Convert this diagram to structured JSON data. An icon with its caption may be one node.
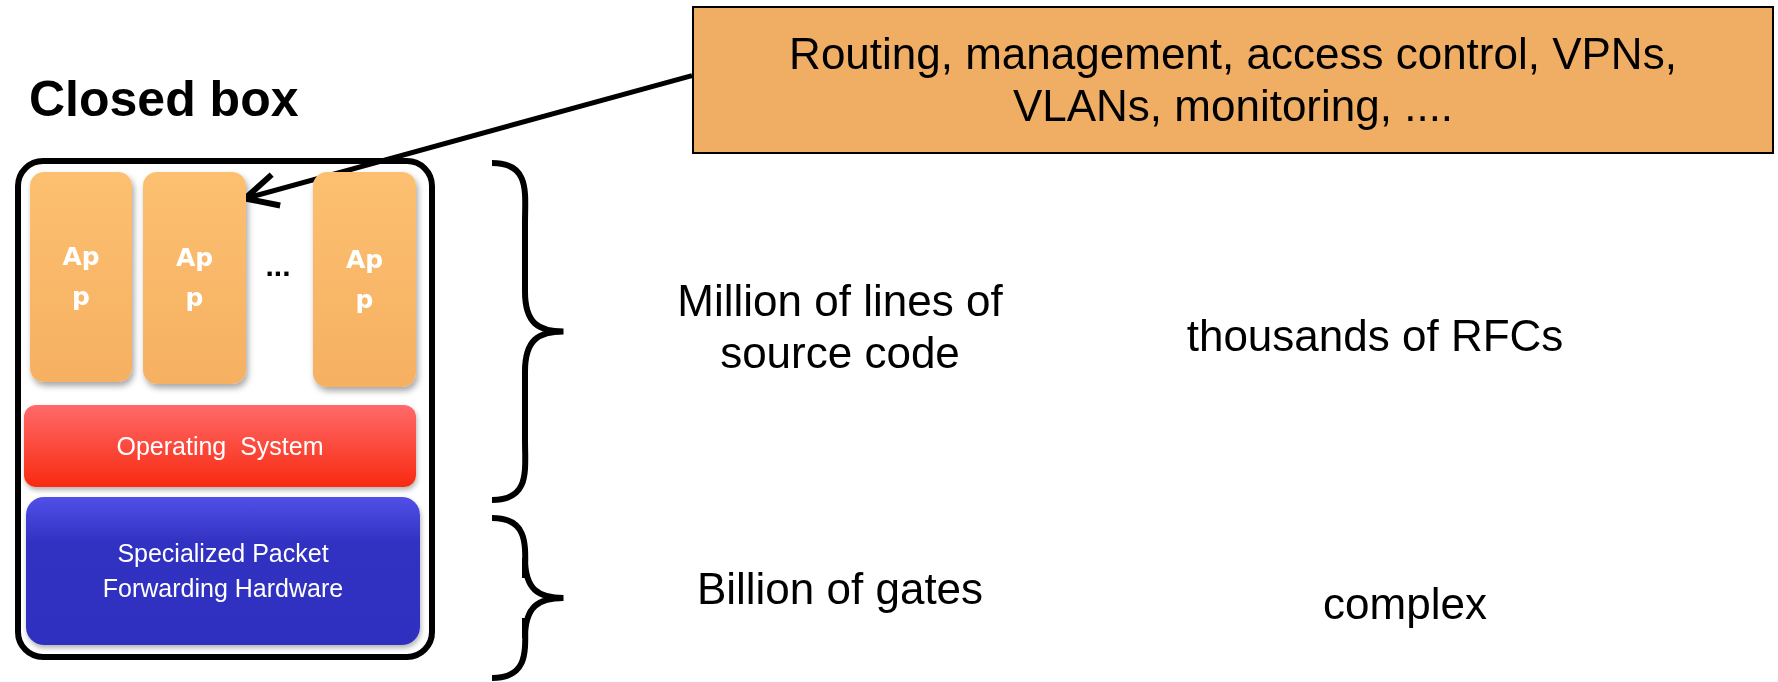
{
  "diagram": {
    "nodes": [
      {
        "text": [
          "Closed box"
        ]
      },
      {
        "text": [
          "App"
        ],
        "in": 0
      },
      {
        "text": [
          "App"
        ],
        "in": 0
      },
      {
        "text": [
          "App"
        ],
        "in": 0
      },
      {
        "text": [
          "Operating  System"
        ],
        "in": 0
      },
      {
        "text": [
          "Specialized Packet Forwarding Hardware"
        ],
        "in": 0
      },
      {
        "text": [
          "Routing, management, access control, VPNs, VLANs, monitoring, ...."
        ]
      }
    ],
    "edges": [
      {
        "from": 6,
        "to": 2,
        "arrow": "to"
      }
    ],
    "labels": [
      "...",
      "Million of lines of source code",
      "thousands of RFCs",
      "Billion of gates",
      "complex"
    ]
  }
}
